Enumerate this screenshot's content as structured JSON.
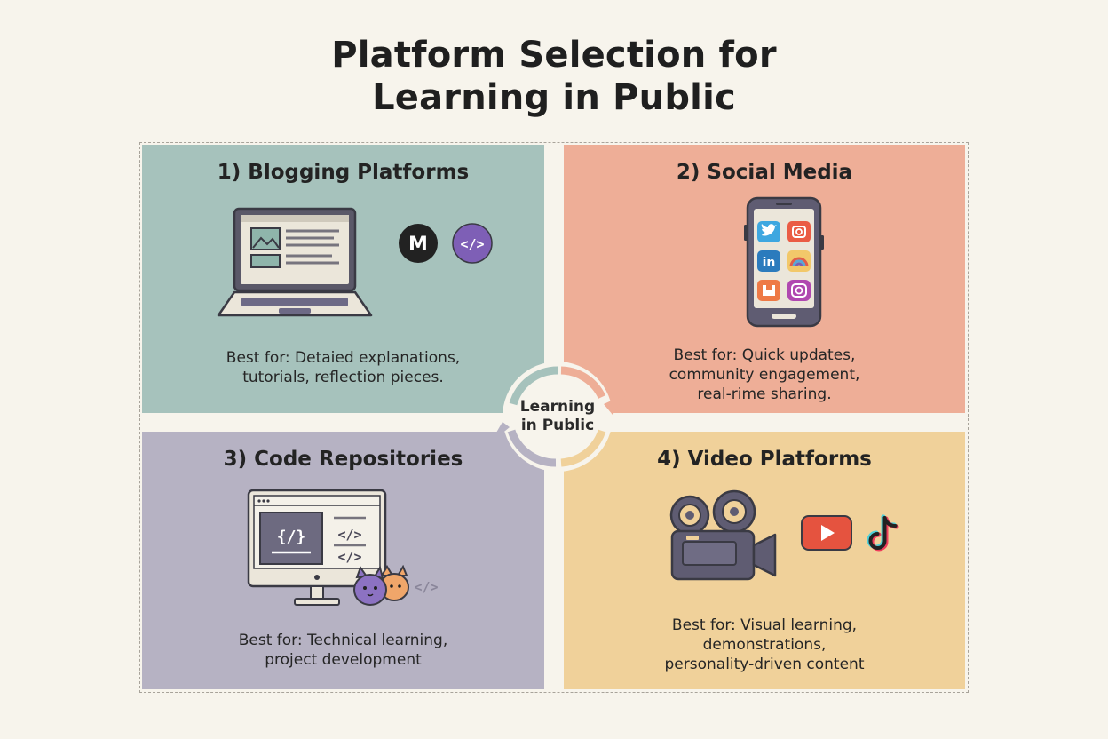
{
  "title": {
    "line1": "Platform Selection for",
    "line2": "Learning in Public"
  },
  "center": {
    "line1": "Learning",
    "line2": "in Public"
  },
  "quadrants": [
    {
      "title": "1) Blogging Platforms",
      "desc": [
        "Best for: Detaied explanations,",
        "tutorials, reflection pieces."
      ],
      "icons": [
        "laptop-icon",
        "medium-logo-icon",
        "code-tag-icon"
      ],
      "color": "#a6c2bc"
    },
    {
      "title": "2) Social Media",
      "desc": [
        "Best for: Quick updates,",
        "community engagement,",
        "real-rime sharing."
      ],
      "icons": [
        "smartphone-icon",
        "twitter-icon",
        "instagram-icon",
        "linkedin-icon",
        "rainbow-icon",
        "facebook-icon"
      ],
      "color": "#eeae97"
    },
    {
      "title": "3) Code Repositories",
      "desc": [
        "Best for: Technical learning,",
        "project development"
      ],
      "icons": [
        "monitor-icon",
        "cat-mascot-icon",
        "code-tag-icon"
      ],
      "color": "#b6b2c3"
    },
    {
      "title": "4) Video Platforms",
      "desc": [
        "Best for: Visual learning,",
        "demonstrations,",
        "personality-driven content"
      ],
      "icons": [
        "video-camera-icon",
        "youtube-icon",
        "tiktok-icon"
      ],
      "color": "#f0d19a"
    }
  ],
  "logos": {
    "medium": "M",
    "code_tag": "</>",
    "code_braces": "{/}"
  }
}
